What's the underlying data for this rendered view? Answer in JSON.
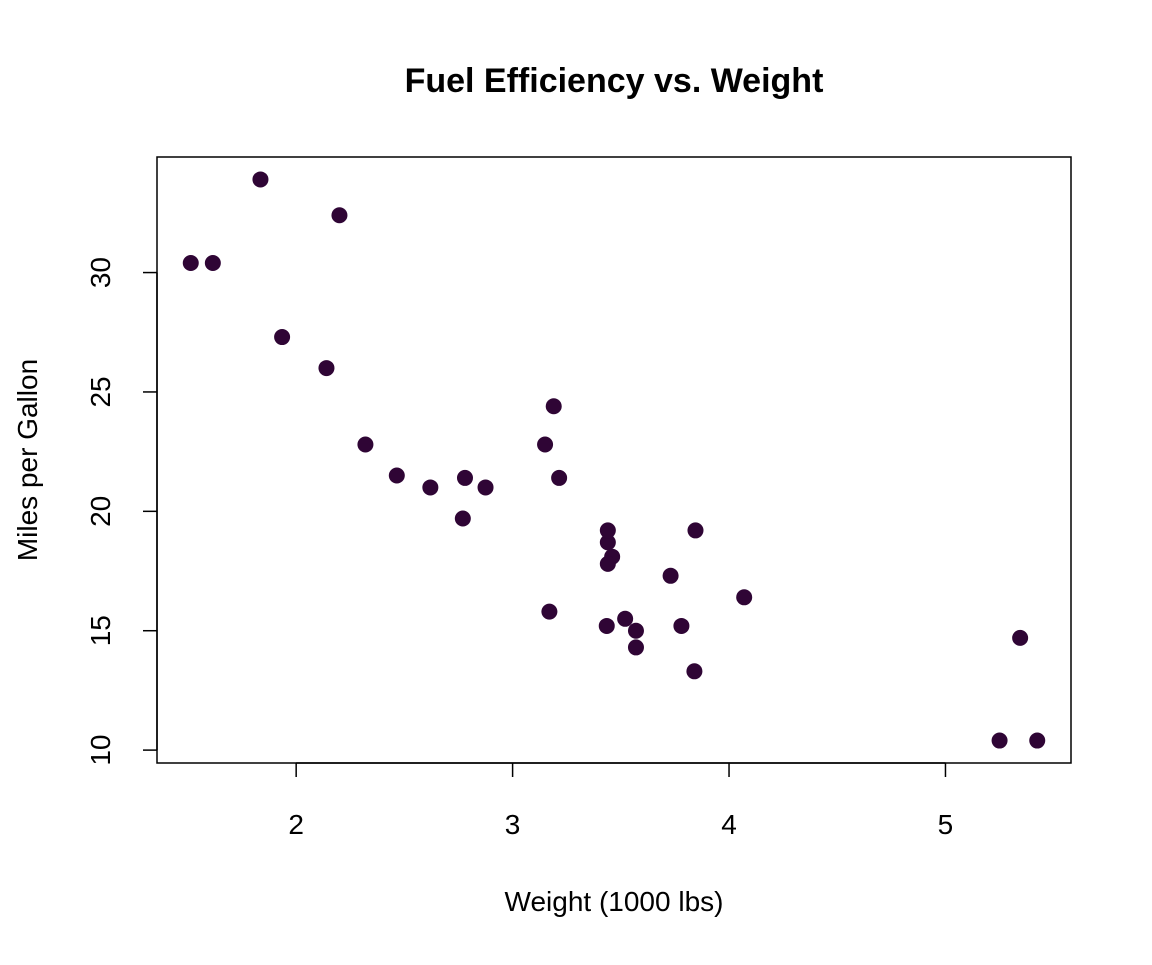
{
  "chart_data": {
    "type": "scatter",
    "title": "Fuel Efficiency vs. Weight",
    "xlabel": "Weight (1000 lbs)",
    "ylabel": "Miles per Gallon",
    "xlim": [
      1.357,
      5.58
    ],
    "ylim": [
      9.46,
      34.84
    ],
    "xticks": [
      2,
      3,
      4,
      5
    ],
    "yticks": [
      10,
      15,
      20,
      25,
      30
    ],
    "grid": false,
    "point_color": "#2f0535",
    "x": [
      2.62,
      2.875,
      2.32,
      3.215,
      3.44,
      3.46,
      3.57,
      3.19,
      3.15,
      3.44,
      3.44,
      4.07,
      3.73,
      3.78,
      5.25,
      5.424,
      5.345,
      2.2,
      1.615,
      1.835,
      2.465,
      3.52,
      3.435,
      3.84,
      3.845,
      1.935,
      2.14,
      1.513,
      3.17,
      2.77,
      3.57,
      2.78
    ],
    "y": [
      21.0,
      21.0,
      22.8,
      21.4,
      18.7,
      18.1,
      14.3,
      24.4,
      22.8,
      19.2,
      17.8,
      16.4,
      17.3,
      15.2,
      10.4,
      10.4,
      14.7,
      32.4,
      30.4,
      33.9,
      21.5,
      15.5,
      15.2,
      13.3,
      19.2,
      27.3,
      26.0,
      30.4,
      15.8,
      19.7,
      15.0,
      21.4
    ]
  }
}
